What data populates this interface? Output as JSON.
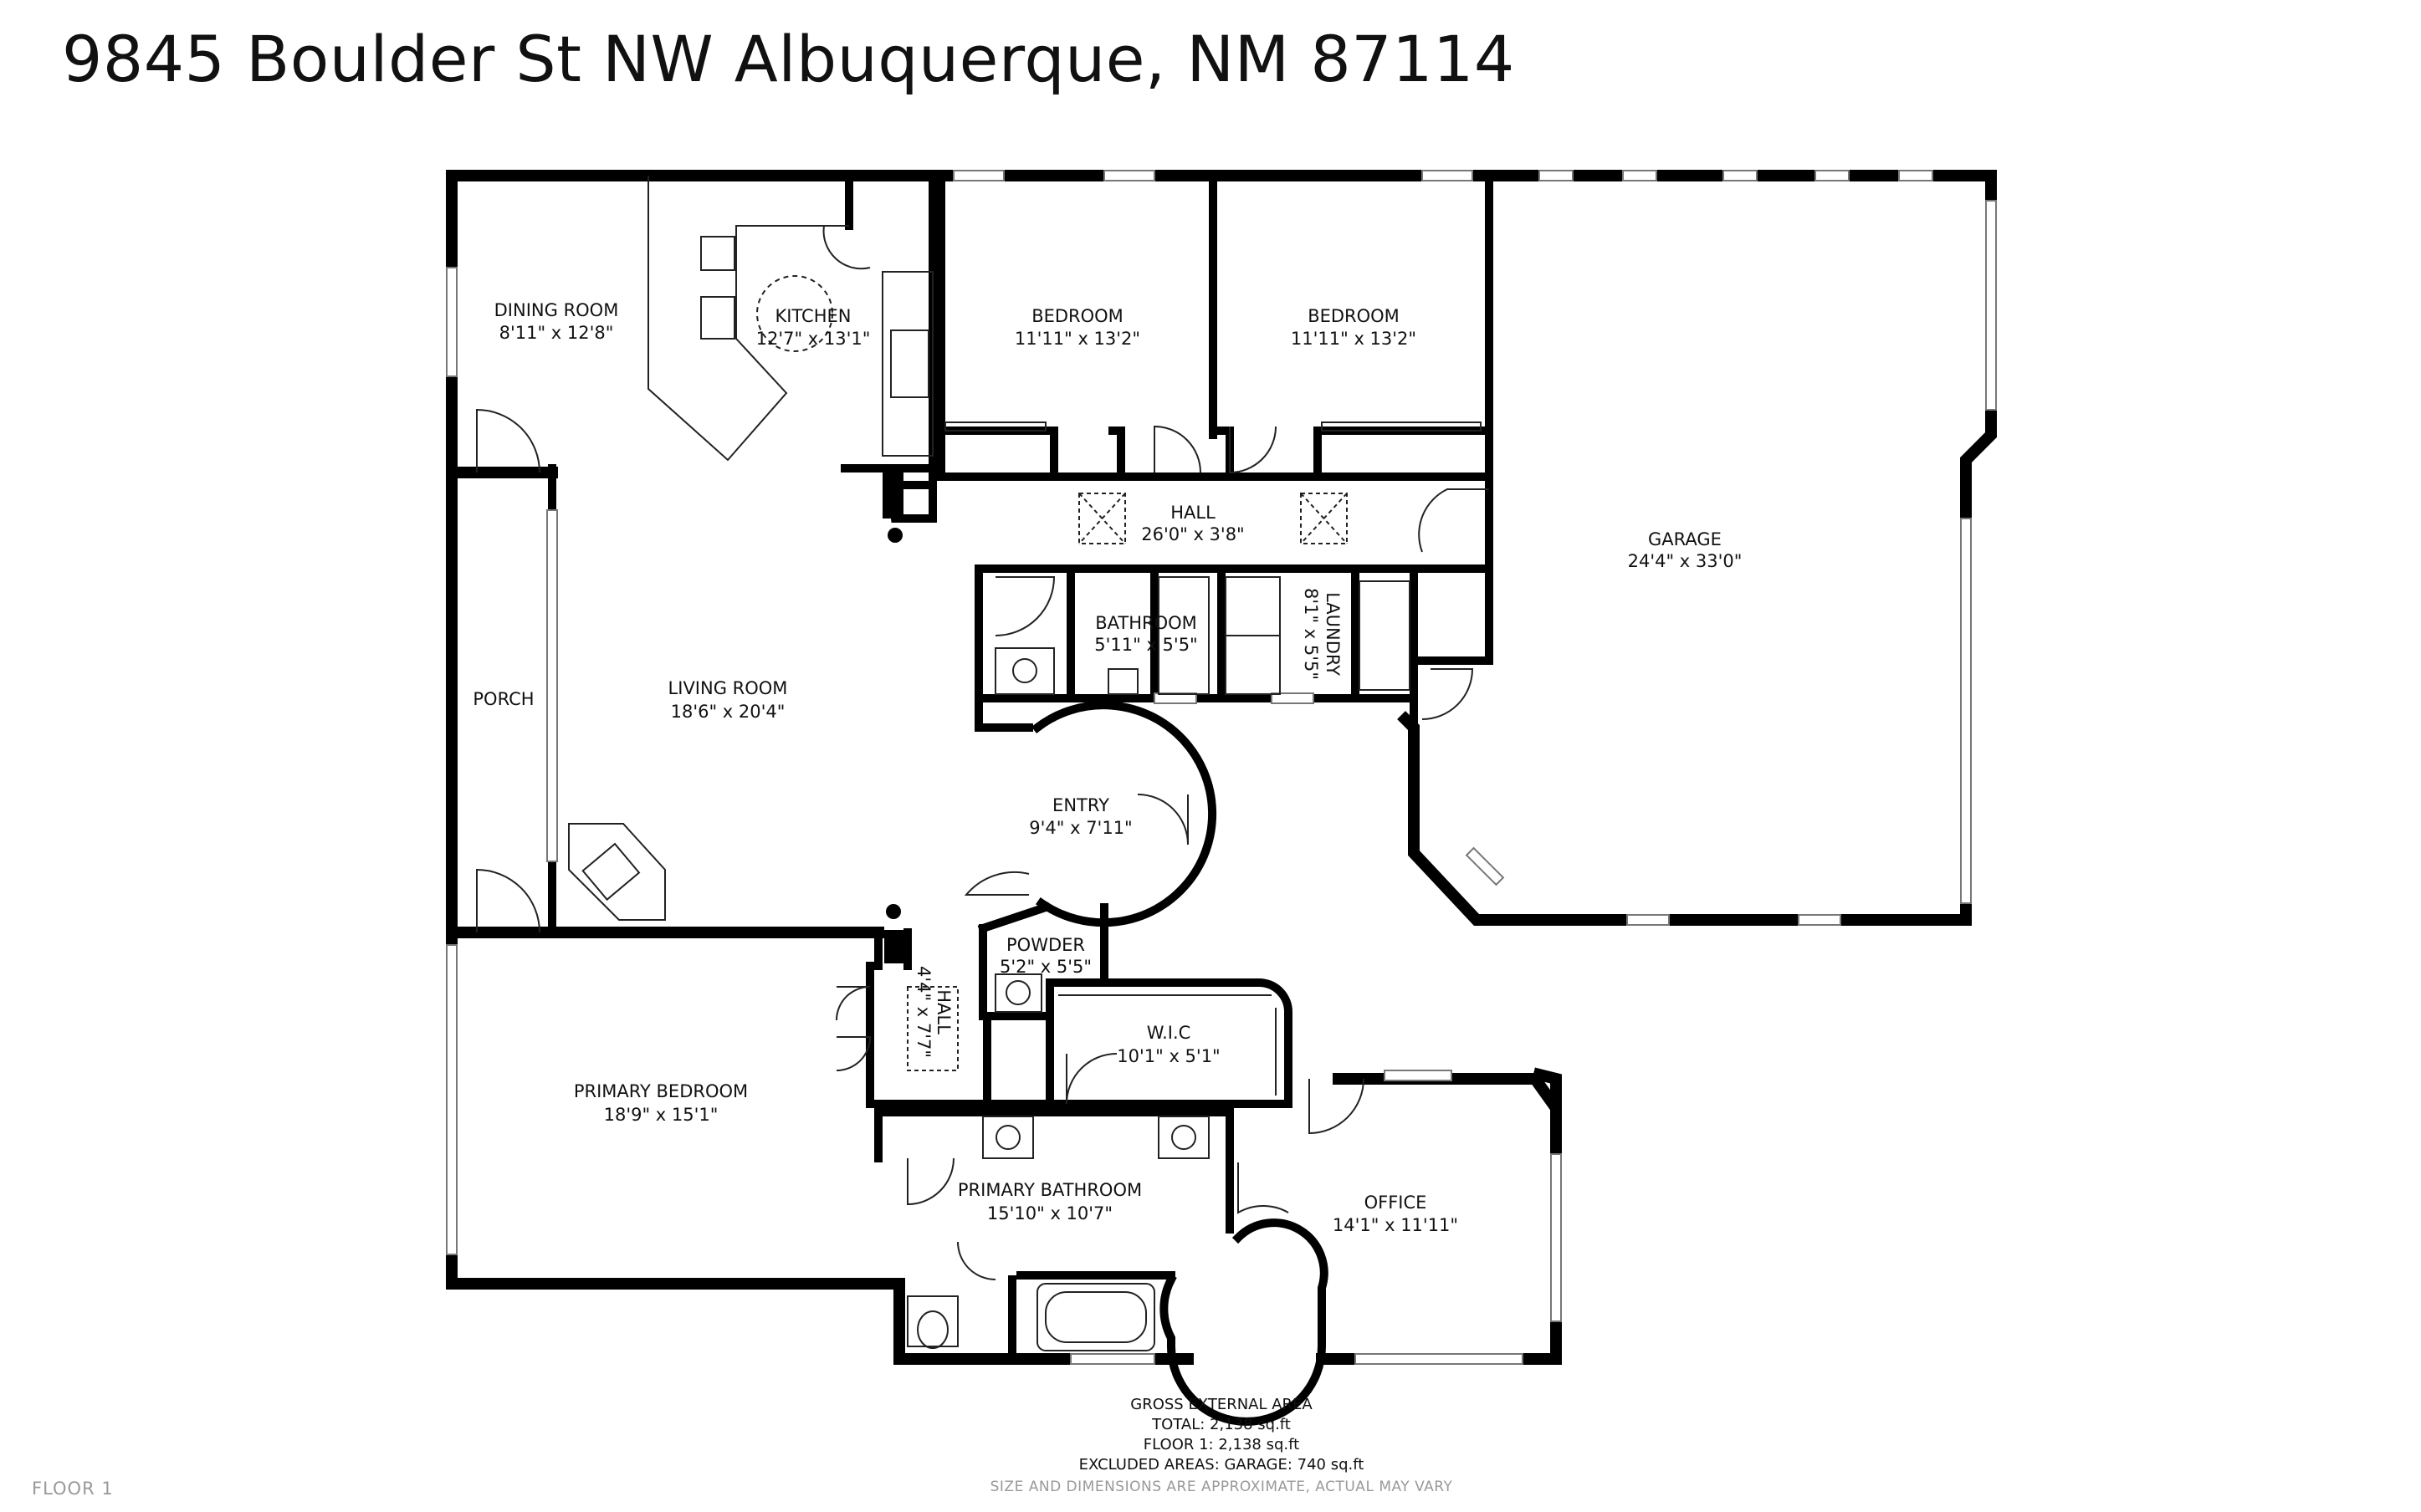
{
  "title": "9845 Boulder St NW Albuquerque, NM 87114",
  "rooms": {
    "dining": {
      "name": "DINING ROOM",
      "dim": "8'11\" x 12'8\""
    },
    "kitchen": {
      "name": "KITCHEN",
      "dim": "12'7\" x 13'1\""
    },
    "bedroom1": {
      "name": "BEDROOM",
      "dim": "11'11\" x 13'2\""
    },
    "bedroom2": {
      "name": "BEDROOM",
      "dim": "11'11\" x 13'2\""
    },
    "garage": {
      "name": "GARAGE",
      "dim": "24'4\" x 33'0\""
    },
    "hall1": {
      "name": "HALL",
      "dim": "26'0\" x 3'8\""
    },
    "bathroom": {
      "name": "BATHROOM",
      "dim": "5'11\" x 5'5\""
    },
    "laundry": {
      "name": "LAUNDRY",
      "dim": "8'1\" x 5'5\""
    },
    "porch": {
      "name": "PORCH"
    },
    "living": {
      "name": "LIVING ROOM",
      "dim": "18'6\" x 20'4\""
    },
    "entry": {
      "name": "ENTRY",
      "dim": "9'4\" x 7'11\""
    },
    "powder": {
      "name": "POWDER",
      "dim": "5'2\" x 5'5\""
    },
    "hall2": {
      "name": "HALL",
      "dim": "4'4\" x 7'7\""
    },
    "wic": {
      "name": "W.I.C",
      "dim": "10'1\" x 5'1\""
    },
    "primary_bedroom": {
      "name": "PRIMARY BEDROOM",
      "dim": "18'9\" x 15'1\""
    },
    "primary_bathroom": {
      "name": "PRIMARY BATHROOM",
      "dim": "15'10\" x 10'7\""
    },
    "office": {
      "name": "OFFICE",
      "dim": "14'1\" x 11'11\""
    }
  },
  "area": {
    "heading": "GROSS EXTERNAL AREA",
    "total": "TOTAL: 2,138 sq.ft",
    "floor1": "FLOOR 1: 2,138 sq.ft",
    "excluded": "EXCLUDED AREAS: GARAGE: 740 sq.ft"
  },
  "disclaimer": "SIZE AND DIMENSIONS ARE APPROXIMATE, ACTUAL MAY VARY",
  "floor_label": "FLOOR 1"
}
